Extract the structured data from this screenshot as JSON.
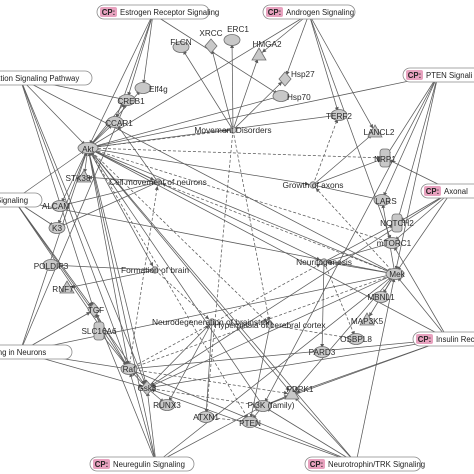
{
  "tag_label": "CP:",
  "colors": {
    "edge": "#5a5a5a",
    "node_fill": "#c8c8c8",
    "node_stroke": "#6e6e6e",
    "cp_tag": "#e8a2bf",
    "pill_stroke": "#8a8a8a"
  },
  "pathways": [
    {
      "id": "estrogen",
      "label": "Estrogen Receptor Signaling"
    },
    {
      "id": "androgen",
      "label": "Androgen Signaling"
    },
    {
      "id": "pten",
      "label": "PTEN Signali"
    },
    {
      "id": "axonal",
      "label": "Axonal"
    },
    {
      "id": "insulin",
      "label": "Insulin Rec"
    },
    {
      "id": "neurotrophin",
      "label": "Neurotrophin/TRK Signaling"
    },
    {
      "id": "neuregulin",
      "label": "Neuregulin Signaling"
    }
  ],
  "untagged_pathways": [
    {
      "id": "activation",
      "label": "ation Signaling Pathway"
    },
    {
      "id": "signaling-left",
      "label": "Signaling"
    },
    {
      "id": "neurons",
      "label": "ing in Neurons"
    }
  ],
  "genes": [
    {
      "id": "flcn",
      "label": "FLCN"
    },
    {
      "id": "xrcc",
      "label": "XRCC"
    },
    {
      "id": "erc1",
      "label": "ERC1"
    },
    {
      "id": "hmga2",
      "label": "HMGA2"
    },
    {
      "id": "elf4g",
      "label": "Elf4g"
    },
    {
      "id": "hsp27",
      "label": "Hsp27"
    },
    {
      "id": "hsp70",
      "label": "Hsp70"
    },
    {
      "id": "creb1",
      "label": "CREB1"
    },
    {
      "id": "ccar1",
      "label": "CCAR1"
    },
    {
      "id": "terf2",
      "label": "TERF2"
    },
    {
      "id": "lancl2",
      "label": "LANCL2"
    },
    {
      "id": "akt",
      "label": "Akt"
    },
    {
      "id": "nrp1",
      "label": "NRP1"
    },
    {
      "id": "stk38",
      "label": "STK38"
    },
    {
      "id": "alcam",
      "label": "ALCAM"
    },
    {
      "id": "lars",
      "label": "LARS"
    },
    {
      "id": "notch2",
      "label": "NOTCH2"
    },
    {
      "id": "mtorc1",
      "label": "mTORC1"
    },
    {
      "id": "k3",
      "label": "K3"
    },
    {
      "id": "poldip3",
      "label": "POLDIP3"
    },
    {
      "id": "mek",
      "label": "Mek"
    },
    {
      "id": "rnf7",
      "label": "RNF7"
    },
    {
      "id": "mbnl1",
      "label": "MBNL1"
    },
    {
      "id": "tgf",
      "label": "TGF"
    },
    {
      "id": "map3k5",
      "label": "MAP3K5"
    },
    {
      "id": "slc16a6",
      "label": "SLC16A6"
    },
    {
      "id": "osbpl8",
      "label": "OSBPL8"
    },
    {
      "id": "raf",
      "label": "Raf"
    },
    {
      "id": "pard3",
      "label": "PARD3"
    },
    {
      "id": "gsk3",
      "label": "Gsk3"
    },
    {
      "id": "pdpk1",
      "label": "PDPK1"
    },
    {
      "id": "runx3",
      "label": "RUNX3"
    },
    {
      "id": "pi3k",
      "label": "PI3K (family)"
    },
    {
      "id": "atxn1",
      "label": "ATXN1"
    },
    {
      "id": "pten-gene",
      "label": "PTEN"
    }
  ],
  "functions": [
    {
      "id": "movement-disorders",
      "label": "Movement Disorders"
    },
    {
      "id": "cell-movement",
      "label": "Cell movement of neurons"
    },
    {
      "id": "growth-axons",
      "label": "Growth of axons"
    },
    {
      "id": "neuritogenesis",
      "label": "Neuritogenesis"
    },
    {
      "id": "formation-brain",
      "label": "Formation of brain"
    },
    {
      "id": "neurodegeneration",
      "label": "Neurodegeneration of brainstem"
    },
    {
      "id": "hyperplasia",
      "label": "Hyperplasia of cerebral cortex"
    }
  ]
}
